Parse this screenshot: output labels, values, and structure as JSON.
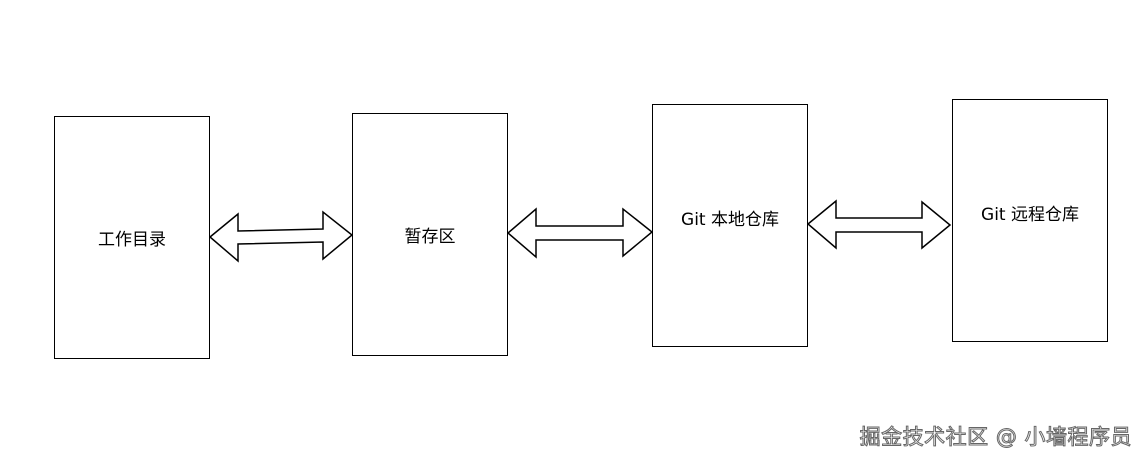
{
  "diagram": {
    "nodes": [
      {
        "id": "workdir",
        "label": "工作目录"
      },
      {
        "id": "stage",
        "label": "暂存区"
      },
      {
        "id": "local",
        "label": "Git 本地仓库"
      },
      {
        "id": "remote",
        "label": "Git 远程仓库"
      }
    ],
    "edges": [
      {
        "from": "workdir",
        "to": "stage",
        "style": "double-arrow"
      },
      {
        "from": "stage",
        "to": "local",
        "style": "double-arrow"
      },
      {
        "from": "local",
        "to": "remote",
        "style": "double-arrow"
      }
    ]
  },
  "watermark": "掘金技术社区 @ 小墙程序员",
  "colors": {
    "stroke": "#000000",
    "fill": "#ffffff",
    "watermark_outline": "#666666"
  }
}
